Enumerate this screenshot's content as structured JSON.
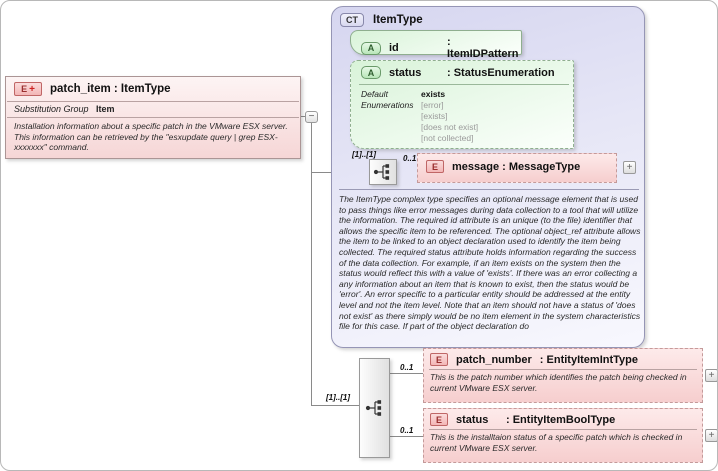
{
  "icons": {
    "ct": "CT",
    "a": "A",
    "e": "E",
    "plus": "+",
    "minus": "−",
    "sequence": "sequence-icon"
  },
  "colors": {
    "element_pink": "#f6cece",
    "attribute_green": "#d9f3d9",
    "complex_type_lavender": "#d6d6f0",
    "element_border_red": "#c49a9a",
    "attribute_border_green": "#8fae8f",
    "connector_gray": "#8a8a8a"
  },
  "patch_item": {
    "title": "patch_item : ItemType",
    "substitution_group_label": "Substitution Group",
    "substitution_group_value": "Item",
    "description": "Installation information about a specific patch in the VMware ESX server. This information can be retrieved by the \"esxupdate query | grep ESX-xxxxxxx\" command."
  },
  "item_type": {
    "title": "ItemType",
    "attributes": [
      {
        "name": "id",
        "type": ": ItemIDPattern"
      },
      {
        "name": "status",
        "type": ": StatusEnumeration",
        "default_label": "Default",
        "default_value": "exists",
        "enumerations_label": "Enumerations",
        "enumerations": [
          "[error]",
          "[exists]",
          "[does not exist]",
          "[not collected]"
        ]
      }
    ],
    "sequence_cardinality": "[1]..[1]",
    "message": {
      "cardinality": "0..1",
      "label": "message : MessageType"
    },
    "description": "The ItemType complex type specifies an optional message element that is used to pass things like error messages during data collection to a tool that will utilize the information. The required id attribute is an unique (to the file) identifier that allows the specific item to be referenced. The optional object_ref attribute allows the item to be linked to an object declaration used to identify the item being collected. The required status attribute holds information regarding the success of the data collection. For example, if an item exists on the system then the status would reflect this with a value of 'exists'. If there was an error collecting a any information about an item that is known to exist, then the status would be 'error'. An error specific to a particular entity should be addressed at the entity level and not the item level. Note that an item should not have a status of 'does not exist' as there simply would be no item element in the system characteristics file for this case. If part of the object declaration do"
  },
  "content_model": {
    "cardinality": "[1]..[1]",
    "children": [
      {
        "cardinality": "0..1",
        "name": "patch_number",
        "type": ": EntityItemIntType",
        "description": "This is the patch number which identifies the patch being checked in current VMware ESX server."
      },
      {
        "cardinality": "0..1",
        "name": "status",
        "type": ": EntityItemBoolType",
        "description": "This is the installtaion status of a specific patch which is checked in current VMware ESX server."
      }
    ]
  }
}
